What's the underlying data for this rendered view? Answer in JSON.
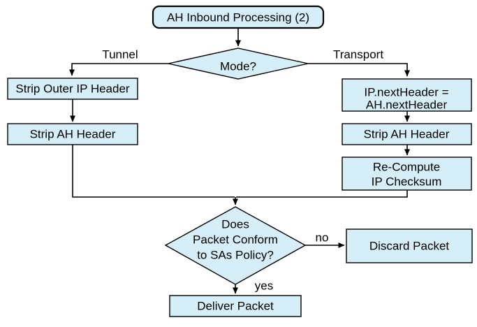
{
  "diagram": {
    "title": "AH Inbound Processing (2)",
    "colors": {
      "node_fill": "#D6EEF8",
      "node_stroke": "#000000",
      "background": "#FFFFFF"
    },
    "nodes": {
      "start": {
        "label": "AH Inbound Processing (2)",
        "type": "terminator"
      },
      "mode": {
        "label": "Mode?",
        "type": "decision"
      },
      "strip_outer_ip": {
        "label": "Strip Outer IP Header",
        "type": "process"
      },
      "strip_ah_left": {
        "label": "Strip AH Header",
        "type": "process"
      },
      "ip_next_header": {
        "line1": "IP.nextHeader =",
        "line2": "AH.nextHeader",
        "type": "process"
      },
      "strip_ah_right": {
        "label": "Strip AH Header",
        "type": "process"
      },
      "recompute_checksum": {
        "line1": "Re-Compute",
        "line2": "IP Checksum",
        "type": "process"
      },
      "policy": {
        "line1": "Does",
        "line2": "Packet Conform",
        "line3": "to SAs Policy?",
        "type": "decision"
      },
      "discard": {
        "label": "Discard Packet",
        "type": "process"
      },
      "deliver": {
        "label": "Deliver Packet",
        "type": "process"
      }
    },
    "edge_labels": {
      "tunnel": "Tunnel",
      "transport": "Transport",
      "no": "no",
      "yes": "yes"
    }
  }
}
